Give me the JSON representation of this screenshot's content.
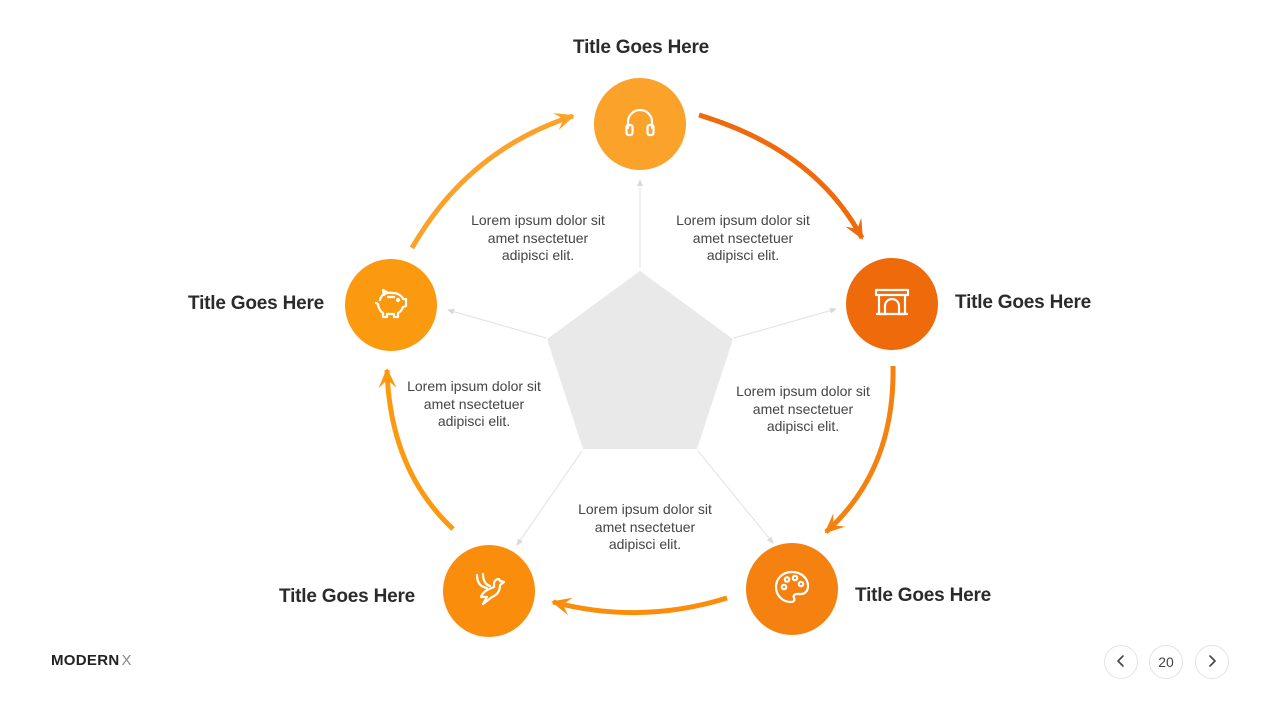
{
  "colors": {
    "node_top": "#FBA22B",
    "node_right": "#EE6A0A",
    "node_bottom_right": "#F58210",
    "node_bottom_left": "#FA8E0C",
    "node_left": "#FB9A0F",
    "pentagon": "#E9E9E9",
    "spoke": "#E6E6E6"
  },
  "nodes": [
    {
      "title": "Title Goes Here",
      "icon": "headphones-icon"
    },
    {
      "title": "Title Goes Here",
      "icon": "archway-icon"
    },
    {
      "title": "Title Goes Here",
      "icon": "palette-icon"
    },
    {
      "title": "Title Goes Here",
      "icon": "dove-icon"
    },
    {
      "title": "Title Goes Here",
      "icon": "piggy-bank-icon"
    }
  ],
  "descriptions": [
    {
      "line1": "Lorem ipsum dolor sit",
      "line2": "amet nsectetuer",
      "line3": "adipisci elit."
    },
    {
      "line1": "Lorem ipsum dolor sit",
      "line2": "amet nsectetuer",
      "line3": "adipisci elit."
    },
    {
      "line1": "Lorem ipsum dolor sit",
      "line2": "amet nsectetuer",
      "line3": "adipisci elit."
    },
    {
      "line1": "Lorem ipsum dolor sit",
      "line2": "amet nsectetuer",
      "line3": "adipisci elit."
    },
    {
      "line1": "Lorem ipsum dolor sit",
      "line2": "amet nsectetuer",
      "line3": "adipisci elit."
    }
  ],
  "footer": {
    "brand": "MODERN",
    "brand_suffix": "X",
    "page_number": "20",
    "prev_icon": "chevron-left-icon",
    "next_icon": "chevron-right-icon"
  }
}
